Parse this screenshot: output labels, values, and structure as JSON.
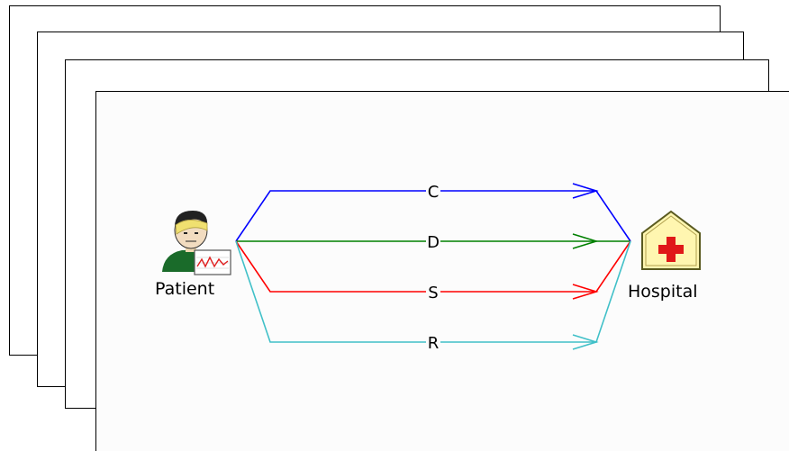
{
  "diagram": {
    "nodes": {
      "patient": {
        "label": "Patient",
        "icon": "patient-icon"
      },
      "hospital": {
        "label": "Hospital",
        "icon": "hospital-icon"
      }
    },
    "edges": [
      {
        "label": "C",
        "color": "#0000ff",
        "from": "Patient",
        "to": "Hospital"
      },
      {
        "label": "D",
        "color": "#008000",
        "from": "Patient",
        "to": "Hospital"
      },
      {
        "label": "S",
        "color": "#ff0000",
        "from": "Patient",
        "to": "Hospital"
      },
      {
        "label": "R",
        "color": "#40c0c8",
        "from": "Patient",
        "to": "Hospital"
      }
    ],
    "sheet_count": 4
  }
}
